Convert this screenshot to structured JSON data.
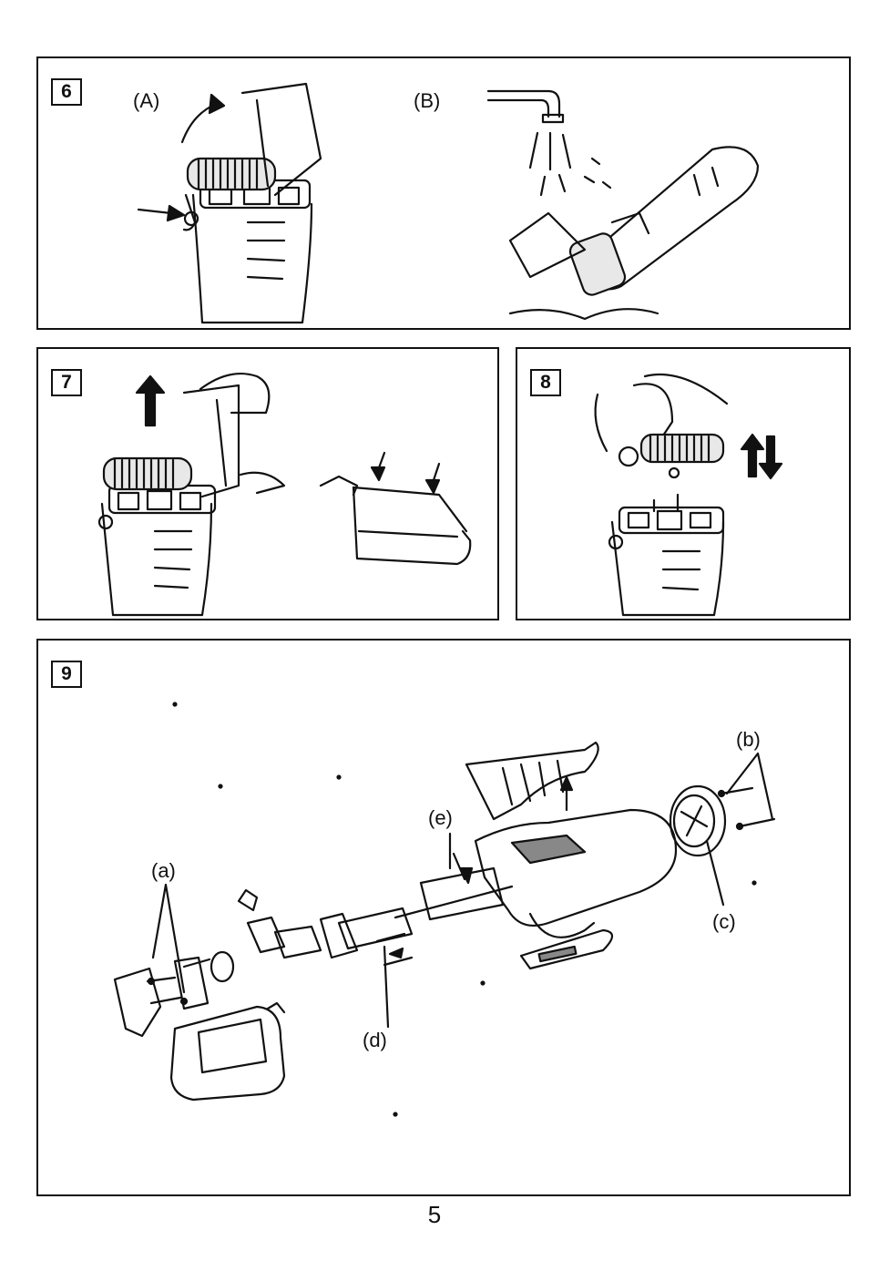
{
  "panels": {
    "p6": {
      "number": "6",
      "label_a": "(A)",
      "label_b": "(B)"
    },
    "p7": {
      "number": "7"
    },
    "p8": {
      "number": "8"
    },
    "p9": {
      "number": "9",
      "label_a": "(a)",
      "label_b": "(b)",
      "label_c": "(c)",
      "label_d": "(d)",
      "label_e": "(e)"
    }
  },
  "footer": {
    "page_number": "5"
  }
}
